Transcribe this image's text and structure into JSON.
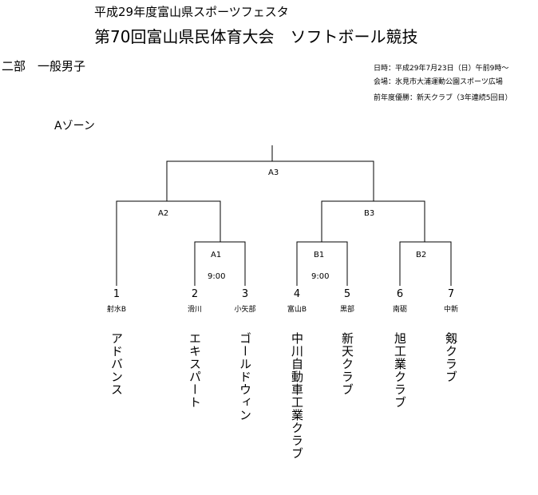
{
  "header": {
    "subtitle": "平成29年度富山県スポーツフェスタ",
    "title": "第70回富山県民体育大会　ソフトボール競技"
  },
  "division": "二部　一般男子",
  "info": {
    "date": "日時：平成29年7月23日（日）午前9時～",
    "venue": "会場：氷見市大浦運動公園スポーツ広場",
    "champion": "前年度優勝：新天クラブ（3年連続5回目）"
  },
  "zone": "Aゾーン",
  "matches": {
    "A1": {
      "label": "A1",
      "time": "9:00"
    },
    "A2": {
      "label": "A2"
    },
    "A3": {
      "label": "A3"
    },
    "B1": {
      "label": "B1",
      "time": "9:00"
    },
    "B2": {
      "label": "B2"
    },
    "B3": {
      "label": "B3"
    }
  },
  "entries": [
    {
      "seed": "1",
      "school": "射水B",
      "team": "アドバンス"
    },
    {
      "seed": "2",
      "school": "滑川",
      "team": "エキスパート"
    },
    {
      "seed": "3",
      "school": "小矢部",
      "team": "ゴールドウィン"
    },
    {
      "seed": "4",
      "school": "富山B",
      "team": "中川自動車工業クラブ"
    },
    {
      "seed": "5",
      "school": "黒部",
      "team": "新天クラブ"
    },
    {
      "seed": "6",
      "school": "南砺",
      "team": "旭工業クラブ"
    },
    {
      "seed": "7",
      "school": "中新",
      "team": "剱クラブ"
    }
  ]
}
